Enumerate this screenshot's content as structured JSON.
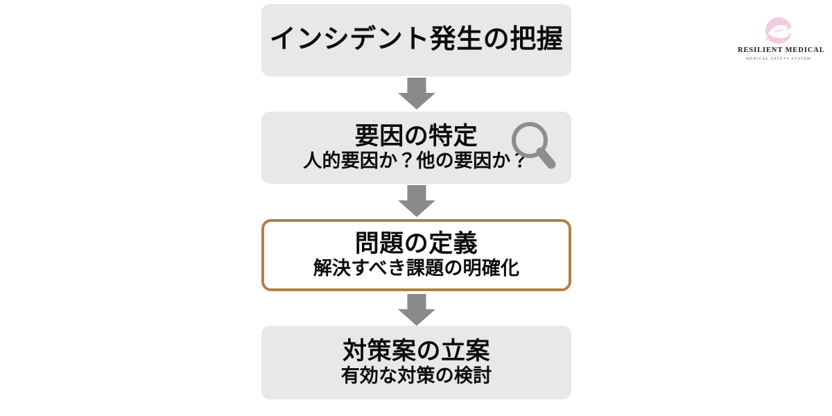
{
  "diagram": {
    "type": "vertical-flowchart",
    "background_color": "#ffffff",
    "node_fill": "#e8e8e8",
    "highlight_border_color": "#b37f45",
    "arrow_color": "#8a8a8a",
    "text_color": "#0c0c0c",
    "nodes": [
      {
        "id": "incident-detection",
        "title": "インシデント発生の把握",
        "subtitle": "",
        "highlighted": false,
        "icon": ""
      },
      {
        "id": "factor-identification",
        "title": "要因の特定",
        "subtitle": "人的要因か？他の要因か？",
        "highlighted": false,
        "icon": "magnifier-icon"
      },
      {
        "id": "problem-definition",
        "title": "問題の定義",
        "subtitle": "解決すべき課題の明確化",
        "highlighted": true,
        "icon": ""
      },
      {
        "id": "countermeasure-planning",
        "title": "対策案の立案",
        "subtitle": "有効な対策の検討",
        "highlighted": false,
        "icon": ""
      }
    ],
    "connectors": [
      {
        "from": "incident-detection",
        "to": "factor-identification",
        "style": "down-arrow"
      },
      {
        "from": "factor-identification",
        "to": "problem-definition",
        "style": "down-arrow"
      },
      {
        "from": "problem-definition",
        "to": "countermeasure-planning",
        "style": "down-arrow"
      }
    ]
  },
  "logo": {
    "name": "RESILIENT MEDICAL",
    "tagline": "MEDICAL SAFETY SYSTEM",
    "mark": "dove-in-circle",
    "mark_color": "#f2c9de",
    "name_color": "#1a1a1a"
  }
}
